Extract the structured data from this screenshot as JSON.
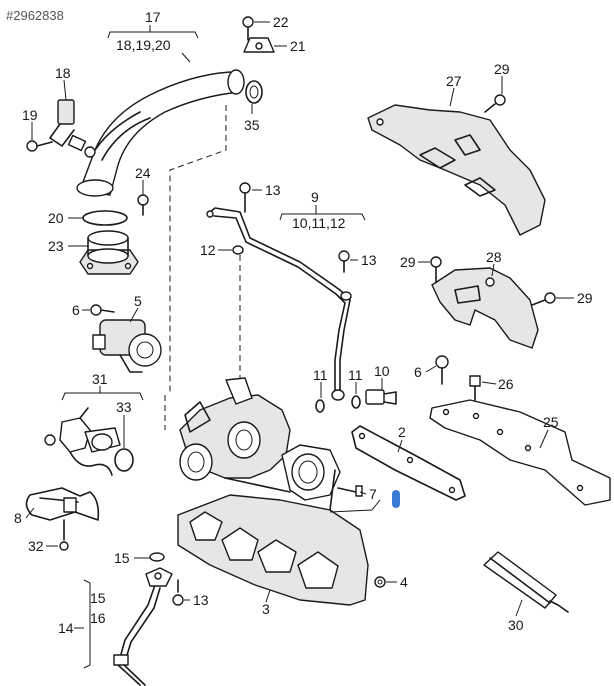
{
  "diagram": {
    "reference_number": "#2962838",
    "highlight_color": "#3a7bd5",
    "callouts": [
      {
        "id": "c17",
        "label": "17"
      },
      {
        "id": "c17sub",
        "label": "18,19,20"
      },
      {
        "id": "c18",
        "label": "18"
      },
      {
        "id": "c19",
        "label": "19"
      },
      {
        "id": "c20",
        "label": "20"
      },
      {
        "id": "c21",
        "label": "21"
      },
      {
        "id": "c22",
        "label": "22"
      },
      {
        "id": "c23",
        "label": "23"
      },
      {
        "id": "c24",
        "label": "24"
      },
      {
        "id": "c35",
        "label": "35"
      },
      {
        "id": "c27",
        "label": "27"
      },
      {
        "id": "c29a",
        "label": "29"
      },
      {
        "id": "c13a",
        "label": "13"
      },
      {
        "id": "c9",
        "label": "9"
      },
      {
        "id": "c9sub",
        "label": "10,11,12"
      },
      {
        "id": "c12",
        "label": "12"
      },
      {
        "id": "c13b",
        "label": "13"
      },
      {
        "id": "c28",
        "label": "28"
      },
      {
        "id": "c29b",
        "label": "29"
      },
      {
        "id": "c29c",
        "label": "29"
      },
      {
        "id": "c6a",
        "label": "6"
      },
      {
        "id": "c5",
        "label": "5"
      },
      {
        "id": "c11",
        "label": "11"
      },
      {
        "id": "c11b",
        "label": "11"
      },
      {
        "id": "c10",
        "label": "10"
      },
      {
        "id": "c6b",
        "label": "6"
      },
      {
        "id": "c26",
        "label": "26"
      },
      {
        "id": "c31",
        "label": "31"
      },
      {
        "id": "c33",
        "label": "33"
      },
      {
        "id": "c2",
        "label": "2"
      },
      {
        "id": "c25",
        "label": "25"
      },
      {
        "id": "c7",
        "label": "7"
      },
      {
        "id": "c8",
        "label": "8"
      },
      {
        "id": "c32",
        "label": "32"
      },
      {
        "id": "c15a",
        "label": "15"
      },
      {
        "id": "c13c",
        "label": "13"
      },
      {
        "id": "c4",
        "label": "4"
      },
      {
        "id": "c3",
        "label": "3"
      },
      {
        "id": "c14",
        "label": "14"
      },
      {
        "id": "c15b",
        "label": "15"
      },
      {
        "id": "c16",
        "label": "16"
      },
      {
        "id": "c30",
        "label": "30"
      }
    ]
  }
}
